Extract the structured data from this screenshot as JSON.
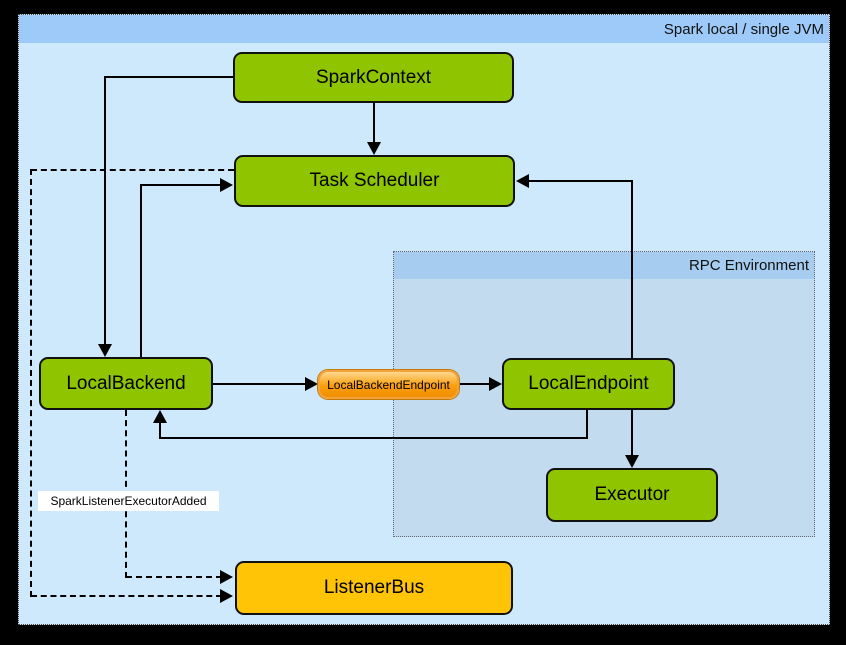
{
  "panels": {
    "outer": {
      "label": "Spark local / single JVM"
    },
    "rpc": {
      "label": "RPC Environment"
    }
  },
  "nodes": {
    "spark_context": {
      "label": "SparkContext"
    },
    "task_scheduler": {
      "label": "Task Scheduler"
    },
    "local_backend": {
      "label": "LocalBackend"
    },
    "local_backend_endpoint": {
      "label": "LocalBackendEndpoint"
    },
    "local_endpoint": {
      "label": "LocalEndpoint"
    },
    "executor": {
      "label": "Executor"
    },
    "listener_bus": {
      "label": "ListenerBus"
    }
  },
  "edge_labels": {
    "spark_listener_executor_added": "SparkListenerExecutorAdded"
  },
  "colors": {
    "panel-body": "#cfe9fc",
    "panel-header": "#9dcaf9",
    "rpc-body": "#c2dbee",
    "rpc-header": "#a6cdf0",
    "green": "#8fc400",
    "gold": "#ffc405",
    "orange": "#f79510"
  }
}
